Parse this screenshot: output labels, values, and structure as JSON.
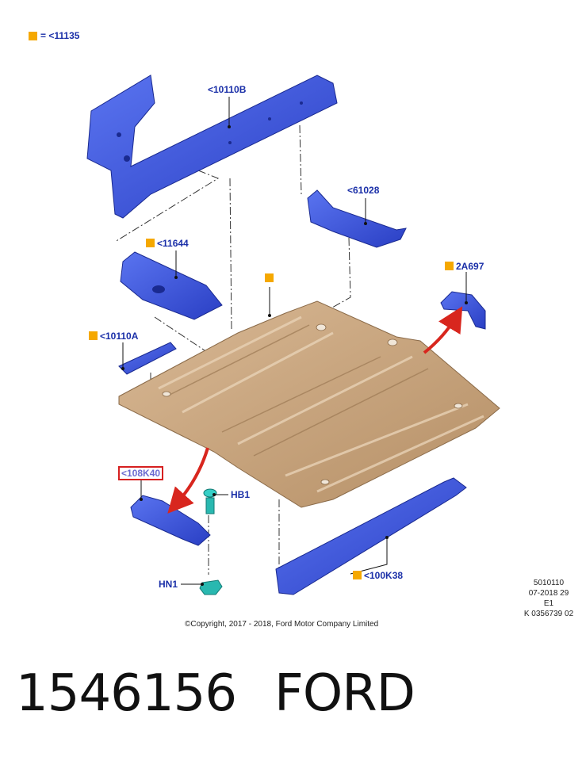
{
  "legend": {
    "symbol_text": "=",
    "code": "<11135"
  },
  "labels": {
    "l10110B": "<10110B",
    "l61028": "<61028",
    "l11644": "<11644",
    "l2A697": "2A697",
    "l10110A": "<10110A",
    "l108K40": "<108K40",
    "lHB1": "HB1",
    "lHN1": "HN1",
    "l100K38": "<100K38"
  },
  "meta": {
    "line1": "5010110",
    "line2": "07-2018 29",
    "line3": "E1",
    "line4": "K 0356739 02"
  },
  "copyright": "©Copyright, 2017 - 2018, Ford Motor Company Limited",
  "part_number": "1546156",
  "brand": "FORD",
  "colors": {
    "part_blue": "#3a52d6",
    "floor_tan": "#c9a77e",
    "fastener_teal": "#29b8b0",
    "label_blue": "#1a2fa8",
    "legend_orange": "#f5a800",
    "arrow_red": "#d8261e"
  }
}
